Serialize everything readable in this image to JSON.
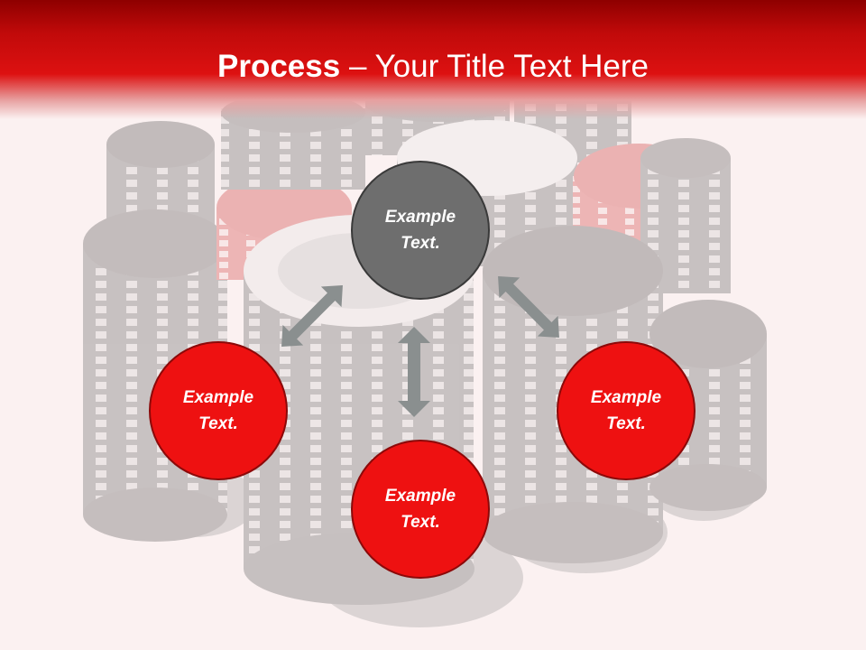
{
  "slide": {
    "title_bold": "Process",
    "title_rest": " – Your Title Text Here"
  },
  "nodes": [
    {
      "id": "top",
      "label": "Example Text.",
      "color": "#6e6e6e"
    },
    {
      "id": "left",
      "label": "Example Text.",
      "color": "#ee1111"
    },
    {
      "id": "bottom",
      "label": "Example Text.",
      "color": "#ee1111"
    },
    {
      "id": "right",
      "label": "Example Text.",
      "color": "#ee1111"
    }
  ],
  "colors": {
    "header": "#dd1111",
    "arrow": "#8a8f8f",
    "background": "#fbf1f1"
  },
  "background_image": "poker-chips-stacks"
}
